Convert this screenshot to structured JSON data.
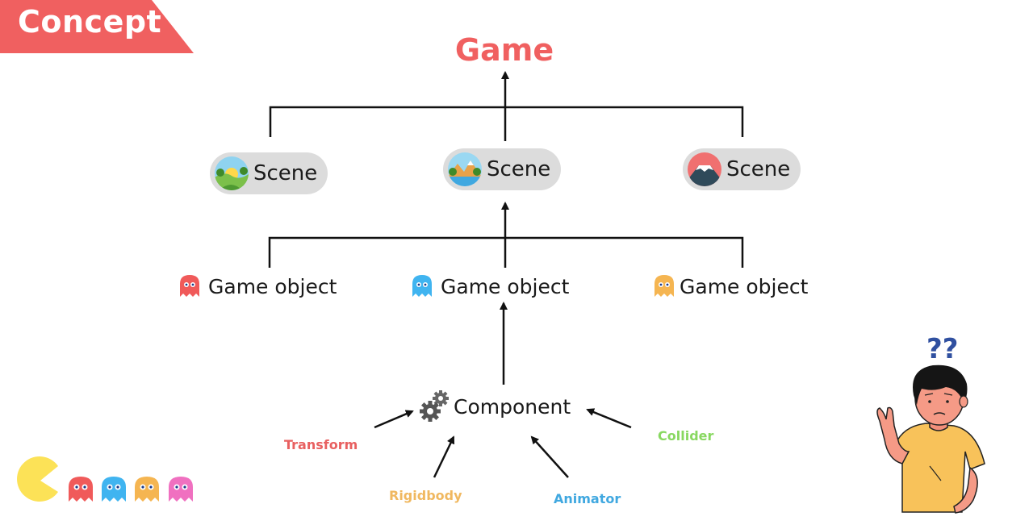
{
  "banner": {
    "label": "Concept",
    "color": "#f06060"
  },
  "game": {
    "title": "Game"
  },
  "scenes": [
    {
      "label": "Scene",
      "icon": "meadow-landscape-icon"
    },
    {
      "label": "Scene",
      "icon": "mountain-lake-icon"
    },
    {
      "label": "Scene",
      "icon": "mount-fuji-icon"
    }
  ],
  "game_objects": [
    {
      "label": "Game object",
      "ghost_color": "#f05a5a"
    },
    {
      "label": "Game object",
      "ghost_color": "#40b4f0"
    },
    {
      "label": "Game object",
      "ghost_color": "#f5b551"
    }
  ],
  "component": {
    "label": "Component",
    "icon": "gears-icon"
  },
  "component_parts": [
    {
      "label": "Transform",
      "color": "#e86060"
    },
    {
      "label": "Rigidbody",
      "color": "#f0b860"
    },
    {
      "label": "Animator",
      "color": "#40a8e0"
    },
    {
      "label": "Collider",
      "color": "#88d860"
    }
  ],
  "decorations": {
    "pacman_color": "#fce257",
    "ghost_colors": [
      "#f05a5a",
      "#40b4f0",
      "#f5b551",
      "#f070c0"
    ],
    "question_marks": "??",
    "question_color": "#3050a0"
  }
}
